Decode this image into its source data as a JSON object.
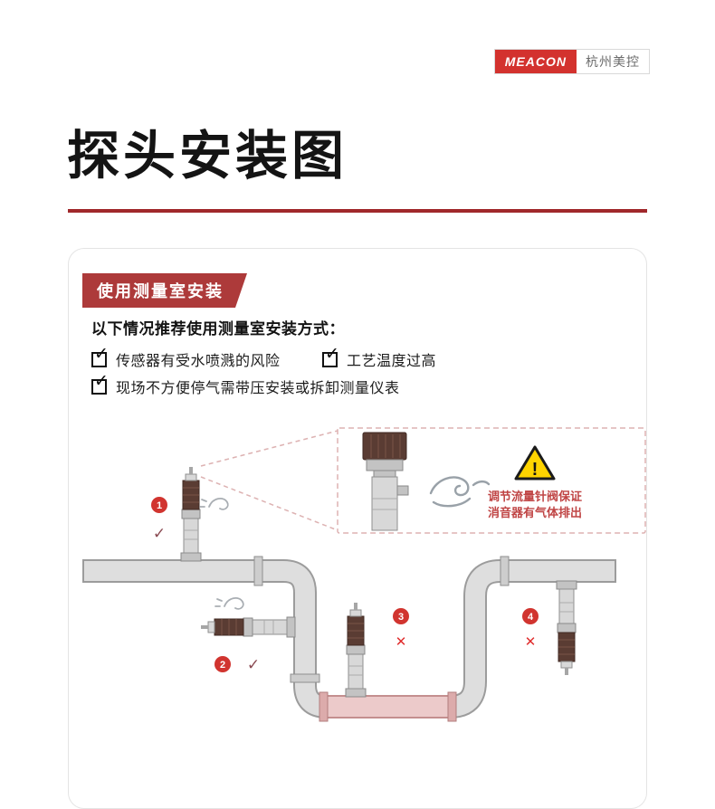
{
  "colors": {
    "brand_red": "#d3322e",
    "badge_red": "#ad3a3a",
    "rule_red": "#a0282b",
    "marker_red": "#d1342f",
    "warning_yellow": "#ffd400",
    "note_red": "#c04545",
    "pipe_gray": "#dedede",
    "pipe_hot_pink": "#eccaca"
  },
  "logo": {
    "brand": "MEACON",
    "company": "杭州美控"
  },
  "title": "探头安装图",
  "panel": {
    "badge": "使用测量室安装",
    "intro": "以下情况推荐使用测量室安装方式：",
    "check_glyph": "✓",
    "conditions": [
      "传感器有受水喷溅的风险",
      "工艺温度过高",
      "现场不方便停气需带压安装或拆卸测量仪表"
    ]
  },
  "diagram": {
    "warning_mark": "!",
    "note_line1": "调节流量针阀保证",
    "note_line2": "消音器有气体排出",
    "markers": [
      {
        "num": "1",
        "mark": "✓"
      },
      {
        "num": "2",
        "mark": "✓"
      },
      {
        "num": "3",
        "mark": "✕"
      },
      {
        "num": "4",
        "mark": "✕"
      }
    ]
  }
}
